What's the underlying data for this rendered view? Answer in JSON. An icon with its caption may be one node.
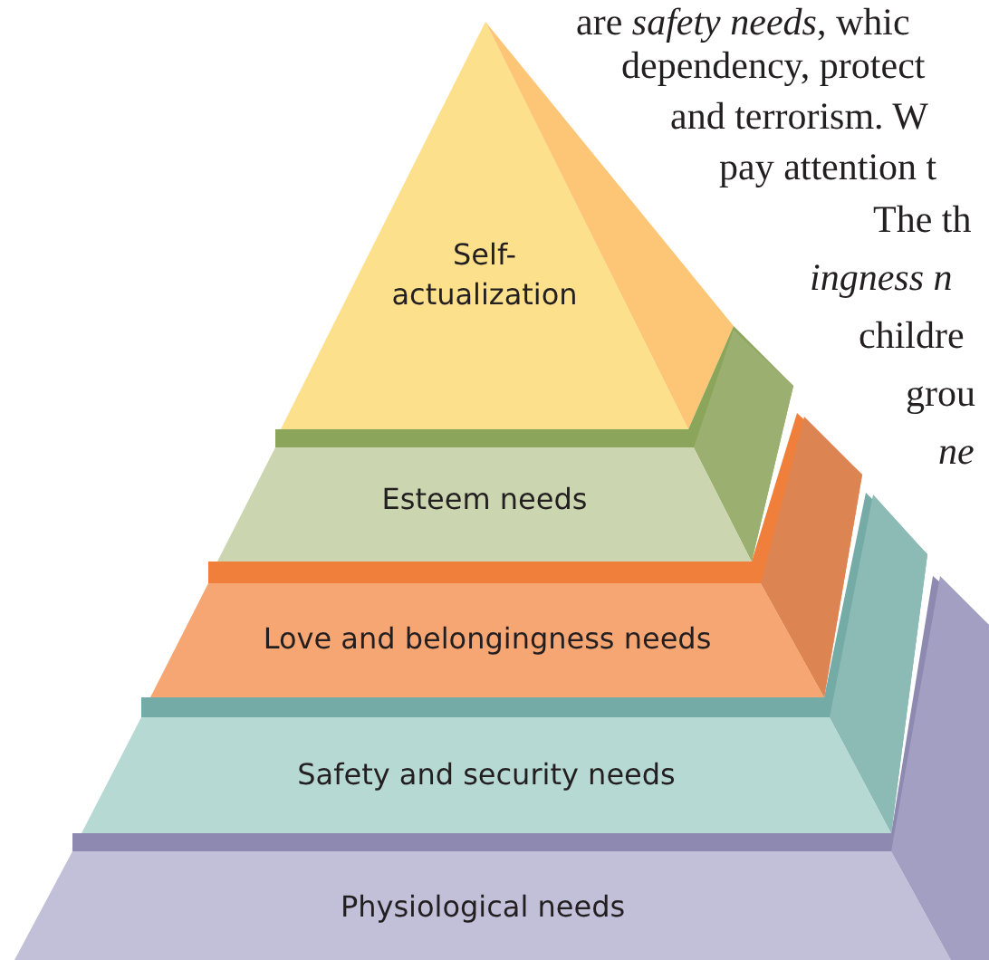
{
  "diagram": {
    "nodes": [
      {
        "text": [
          "Self-actualization"
        ]
      },
      {
        "text": [
          "Esteem needs"
        ]
      },
      {
        "text": [
          "Love and belongingness needs"
        ]
      },
      {
        "text": [
          "Safety and security needs"
        ]
      },
      {
        "text": [
          "Physiological needs"
        ]
      }
    ],
    "labels": [
      "are *safety needs*, whic",
      "dependency, protect",
      "and terrorism. W",
      "pay attention t",
      "The th",
      "*ingness n*",
      "childre",
      "grou",
      "*ne*"
    ]
  }
}
